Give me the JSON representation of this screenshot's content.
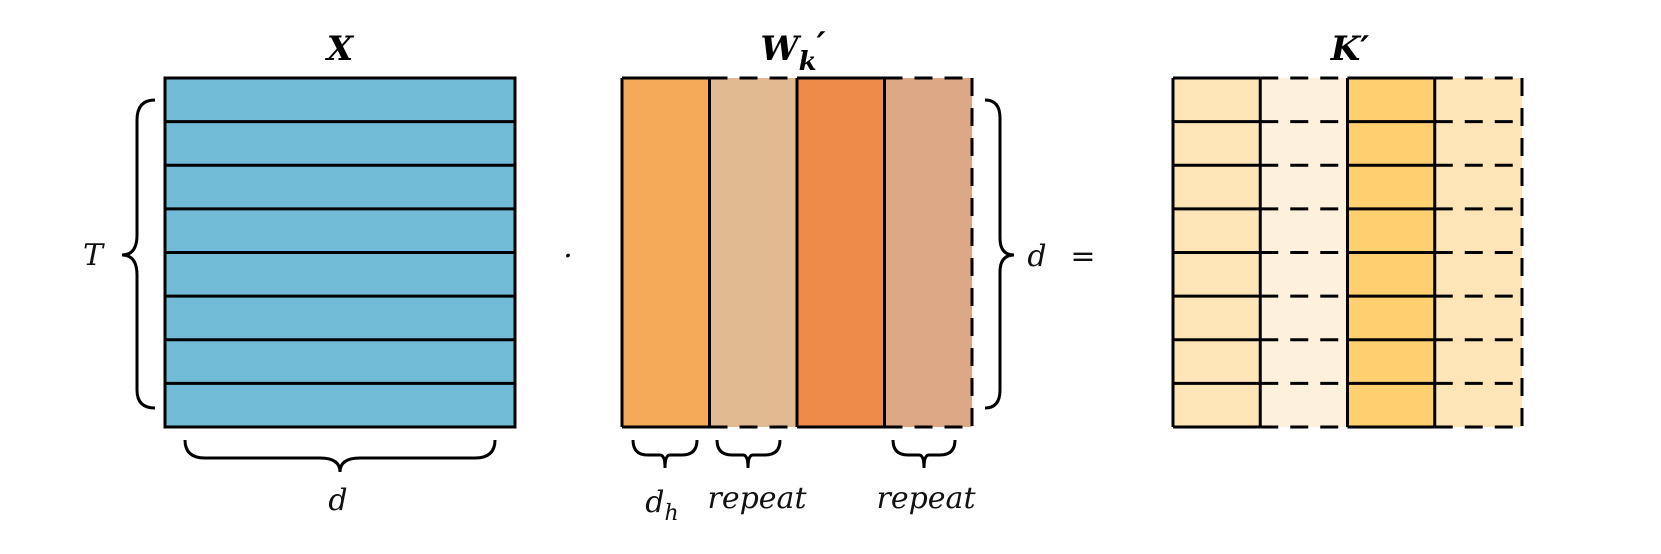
{
  "titles": {
    "x": "X",
    "w": "W",
    "w_sub": "k",
    "w_prime": "′",
    "k": "K′"
  },
  "labels": {
    "t": "T",
    "d_bottom": "d",
    "d_right": "d",
    "dot": "·",
    "equals": "=",
    "dh": "d",
    "dh_sub": "h",
    "repeat1": "repeat",
    "repeat2": "repeat"
  },
  "colors": {
    "x_fill": "#72BBD6",
    "w_cols": [
      "#F5AA5A",
      "#E2BA92",
      "#EF8B49",
      "#DCA886"
    ],
    "k_cols": [
      "#FDE5B8",
      "#FDF0DC",
      "#FED070",
      "#FDE5B8"
    ]
  },
  "rows": 8,
  "cols_dashed": [
    false,
    true,
    false,
    true
  ]
}
